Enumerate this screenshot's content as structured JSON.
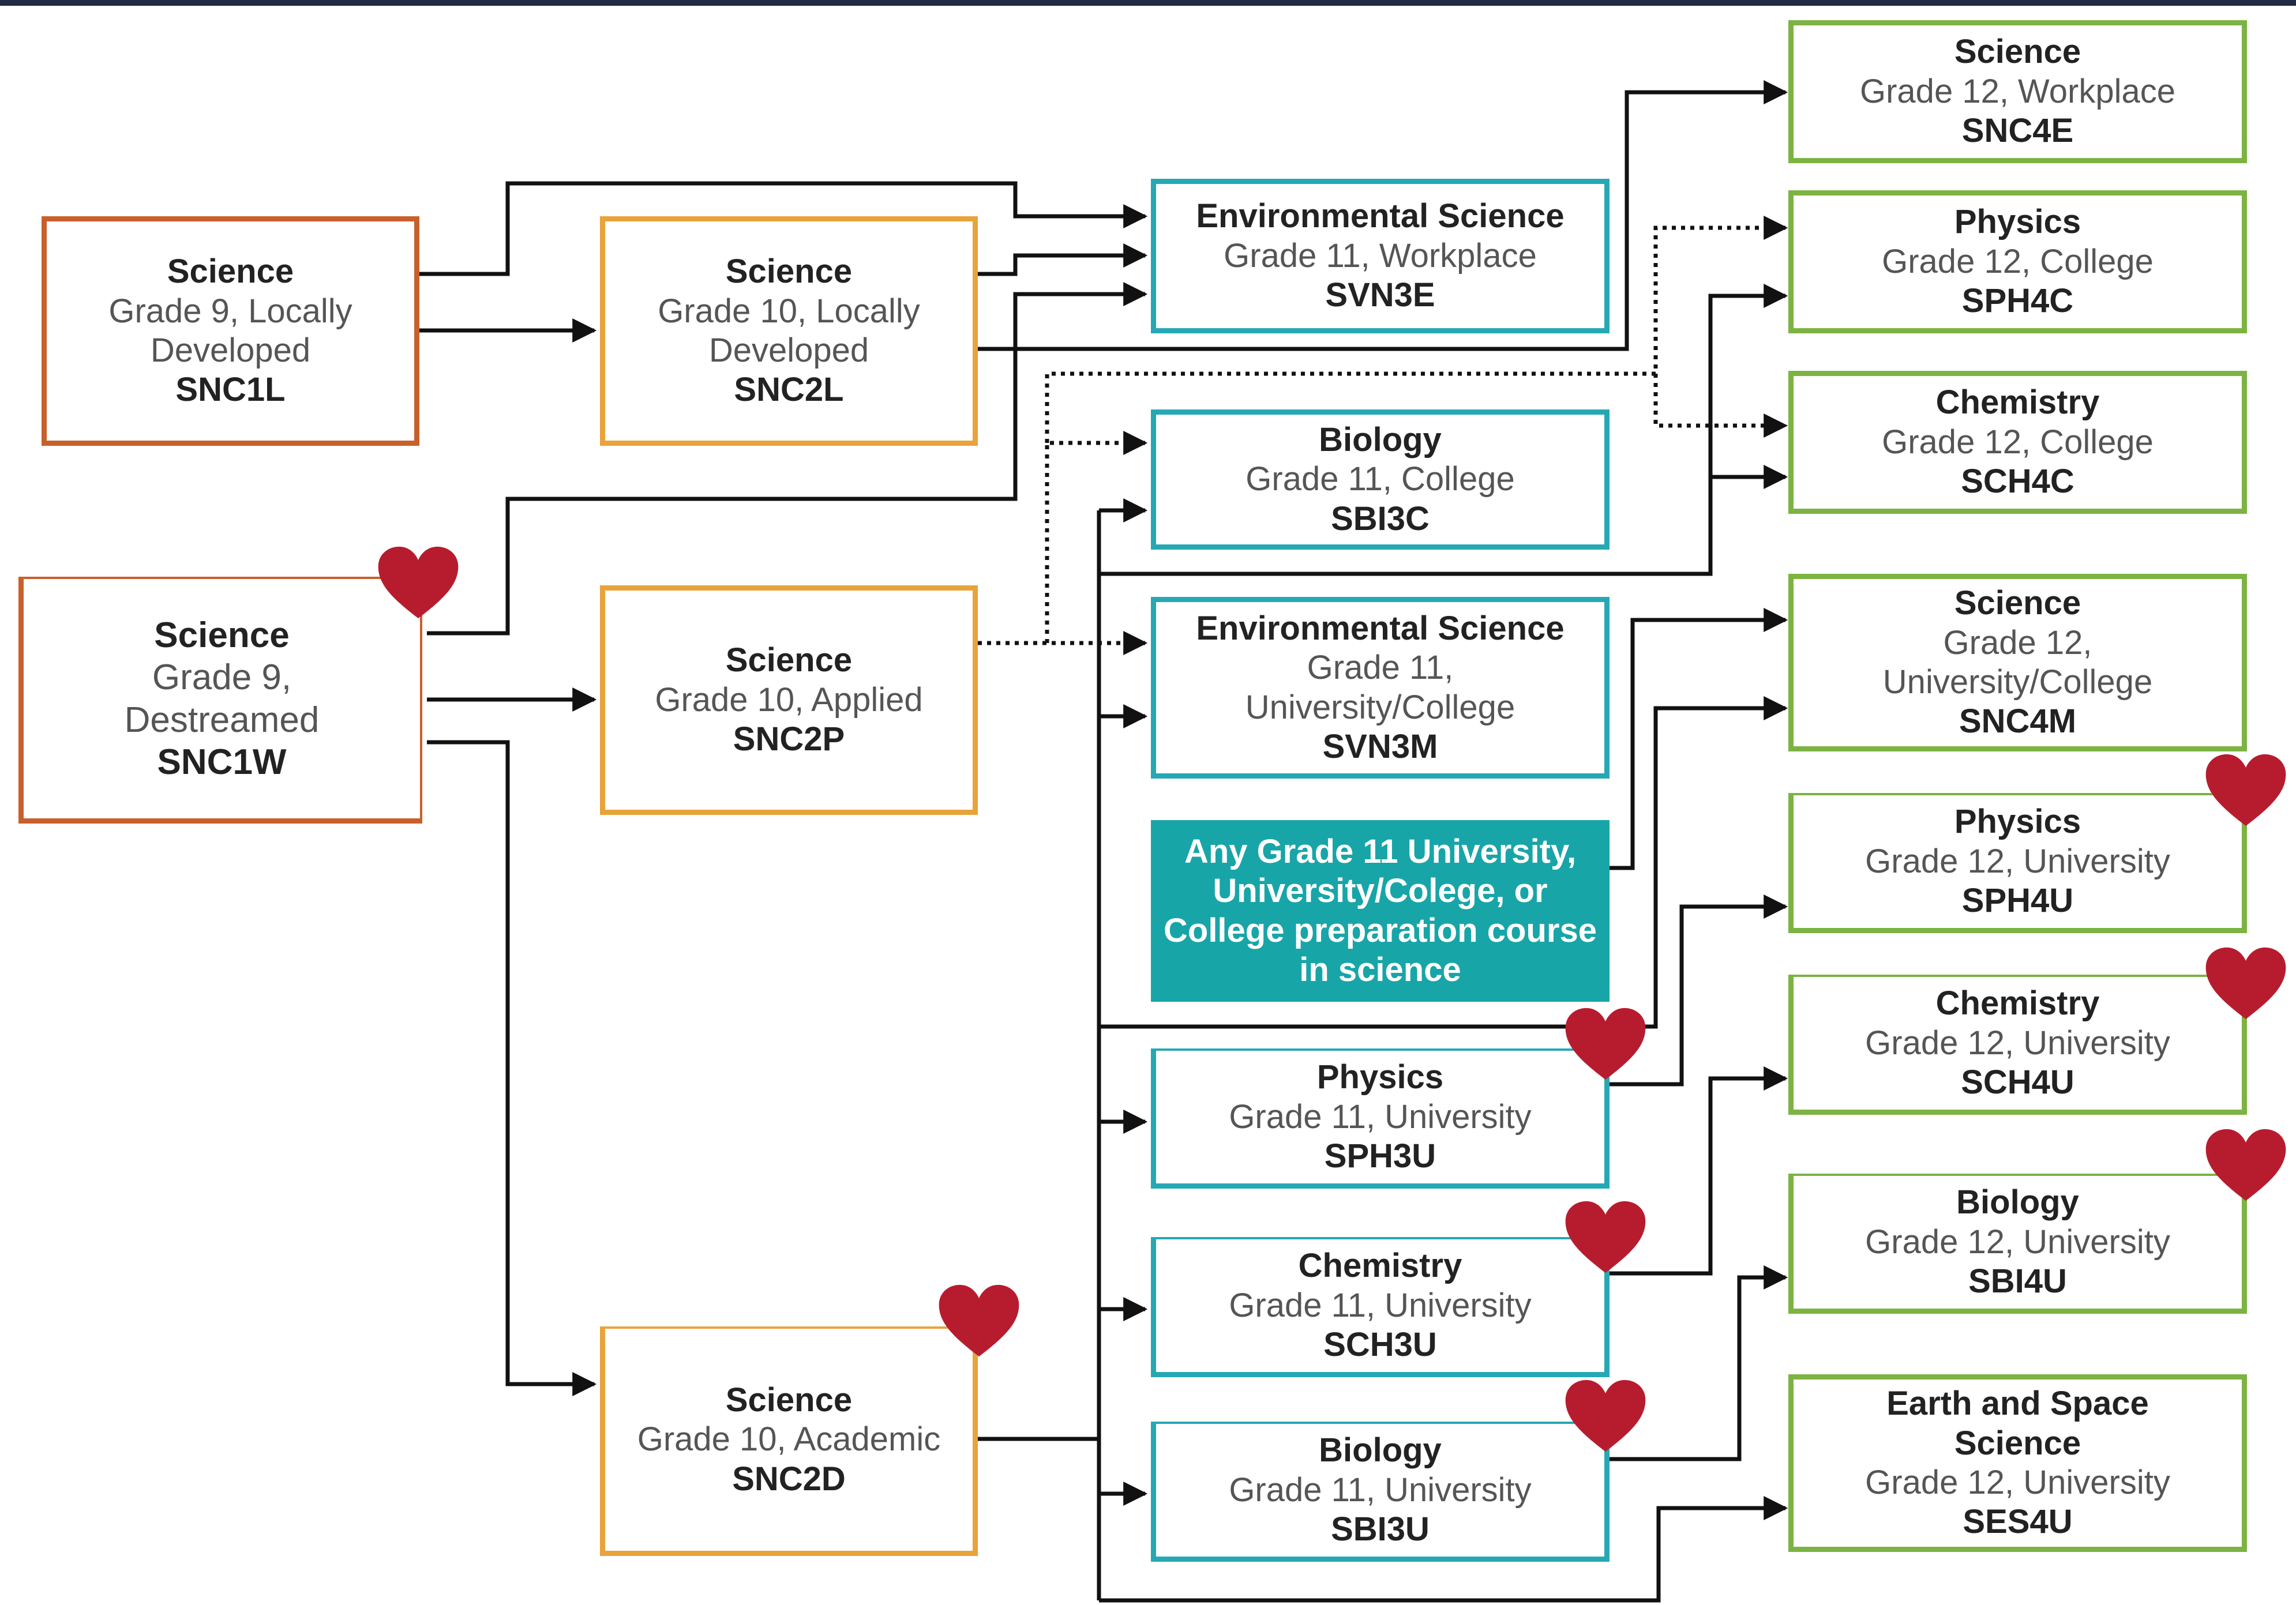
{
  "colors": {
    "grade9": "#c8602c",
    "grade10": "#e8a33a",
    "grade11": "#26a8b4",
    "grade12": "#7cb342",
    "highlight_fill": "#18a5a8",
    "heart": "#b71c2e",
    "top_bar": "#1f2a44"
  },
  "grade9": [
    {
      "id": "snc1l",
      "title": "Science",
      "subtitle": "Grade 9, Locally Developed",
      "code": "SNC1L"
    },
    {
      "id": "snc1w",
      "title": "Science",
      "subtitle": "Grade 9, Destreamed",
      "code": "SNC1W",
      "favorite": true
    }
  ],
  "grade10": [
    {
      "id": "snc2l",
      "title": "Science",
      "subtitle": "Grade 10, Locally Developed",
      "code": "SNC2L"
    },
    {
      "id": "snc2p",
      "title": "Science",
      "subtitle": "Grade 10, Applied",
      "code": "SNC2P"
    },
    {
      "id": "snc2d",
      "title": "Science",
      "subtitle": "Grade 10, Academic",
      "code": "SNC2D",
      "favorite": true
    }
  ],
  "grade11": [
    {
      "id": "svn3e",
      "title": "Environmental Science",
      "subtitle": "Grade 11, Workplace",
      "code": "SVN3E"
    },
    {
      "id": "sbi3c",
      "title": "Biology",
      "subtitle": "Grade 11, College",
      "code": "SBI3C"
    },
    {
      "id": "svn3m",
      "title": "Environmental Science",
      "subtitle": "Grade 11, University/College",
      "code": "SVN3M"
    },
    {
      "id": "sph3u",
      "title": "Physics",
      "subtitle": "Grade 11, University",
      "code": "SPH3U",
      "favorite": true
    },
    {
      "id": "sch3u",
      "title": "Chemistry",
      "subtitle": "Grade 11, University",
      "code": "SCH3U",
      "favorite": true
    },
    {
      "id": "sbi3u",
      "title": "Biology",
      "subtitle": "Grade 11, University",
      "code": "SBI3U",
      "favorite": true
    }
  ],
  "any_grade11_note": "Any Grade 11 University, University/Colege, or College preparation course in science",
  "grade12": [
    {
      "id": "snc4e",
      "title": "Science",
      "subtitle": "Grade 12, Workplace",
      "code": "SNC4E"
    },
    {
      "id": "sph4c",
      "title": "Physics",
      "subtitle": "Grade 12, College",
      "code": "SPH4C"
    },
    {
      "id": "sch4c",
      "title": "Chemistry",
      "subtitle": "Grade 12, College",
      "code": "SCH4C"
    },
    {
      "id": "snc4m",
      "title": "Science",
      "subtitle": "Grade 12, University/College",
      "code": "SNC4M"
    },
    {
      "id": "sph4u",
      "title": "Physics",
      "subtitle": "Grade 12, University",
      "code": "SPH4U",
      "favorite": true
    },
    {
      "id": "sch4u",
      "title": "Chemistry",
      "subtitle": "Grade 12, University",
      "code": "SCH4U",
      "favorite": true
    },
    {
      "id": "sbi4u",
      "title": "Biology",
      "subtitle": "Grade 12, University",
      "code": "SBI4U",
      "favorite": true
    },
    {
      "id": "ses4u",
      "title": "Earth and Space Science",
      "subtitle": "Grade 12, University",
      "code": "SES4U"
    }
  ]
}
